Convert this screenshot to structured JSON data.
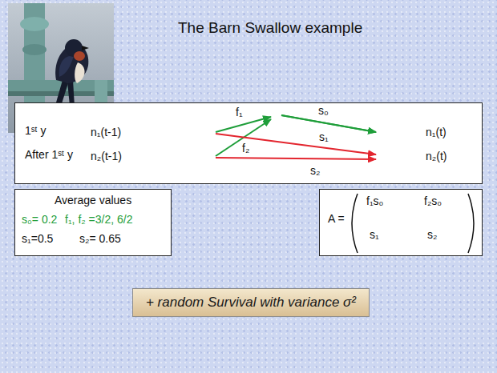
{
  "diagram": {
    "title": "The Barn Swallow example",
    "nodes": [
      {
        "text": [
          "1ˢᵗ y",
          "After 1ˢᵗ y"
        ]
      },
      {
        "text": [
          "n₁(t-1)"
        ],
        "in": 0
      },
      {
        "text": [
          "n₂(t-1)"
        ],
        "in": 0
      },
      {
        "text": [
          "n₁(t)"
        ],
        "in": 0
      },
      {
        "text": [
          "n₂(t)"
        ],
        "in": 0
      },
      {
        "text": [
          "Average values",
          "s₀= 0.2",
          "f₁, f₂ =3/2, 6/2",
          "s₁=0.5",
          "s₂= 0.65"
        ]
      },
      {
        "text": [
          "A =",
          "f₁s₀",
          "f₂s₀",
          "s₁",
          "s₂"
        ]
      },
      {
        "text": [
          "+ random Survival with variance σ²"
        ]
      }
    ],
    "edges": [
      {
        "from": 1,
        "to": 3,
        "arrow": "to",
        "label": "f₁"
      },
      {
        "from": 2,
        "to": 3,
        "arrow": "to",
        "label": "f₂"
      },
      {
        "from": 1,
        "to": 4,
        "arrow": "to",
        "label": "s₁"
      },
      {
        "from": 2,
        "to": 4,
        "arrow": "to",
        "label": "s₂"
      }
    ],
    "labels": [
      "s₀"
    ]
  }
}
